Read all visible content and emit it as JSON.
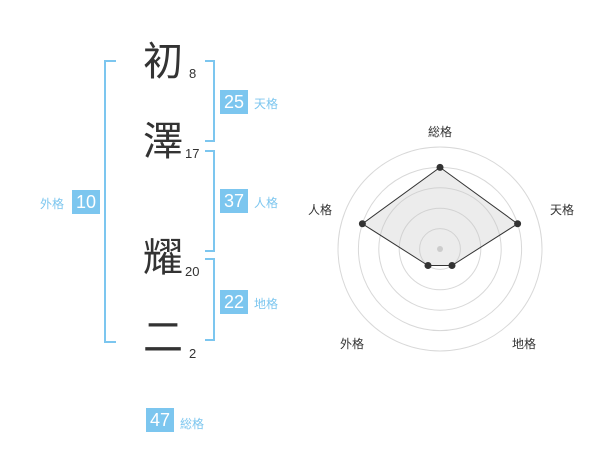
{
  "name": [
    {
      "char": "初",
      "strokes": "8"
    },
    {
      "char": "澤",
      "strokes": "17"
    },
    {
      "char": "耀",
      "strokes": "20"
    },
    {
      "char": "二",
      "strokes": "2"
    }
  ],
  "scores": {
    "tenkaku": {
      "value": "25",
      "label": "天格"
    },
    "jinkaku": {
      "value": "37",
      "label": "人格"
    },
    "chikaku": {
      "value": "22",
      "label": "地格"
    },
    "gaikaku": {
      "value": "10",
      "label": "外格"
    },
    "soukaku": {
      "value": "47",
      "label": "総格"
    }
  },
  "radar": {
    "axes": [
      "総格",
      "天格",
      "地格",
      "外格",
      "人格"
    ],
    "values": [
      4,
      4,
      1,
      1,
      4
    ],
    "max": 5
  },
  "colors": {
    "accent": "#7cc6ef",
    "text": "#333333"
  }
}
